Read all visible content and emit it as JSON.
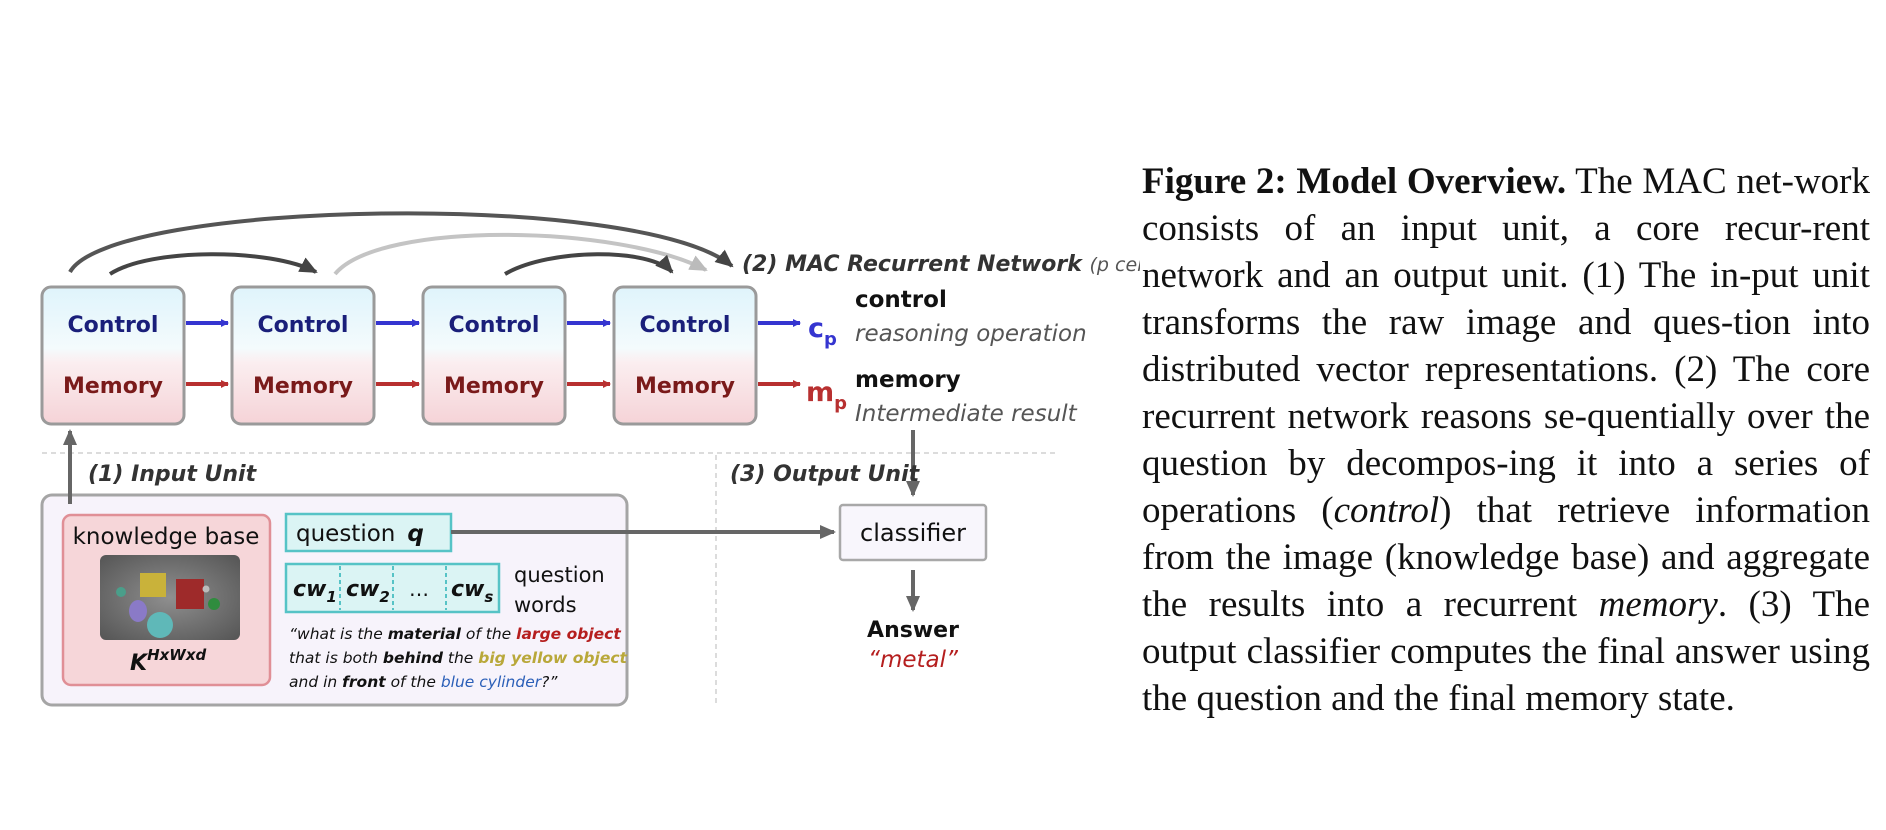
{
  "figure": {
    "mac_network_label": "(2) MAC Recurrent Network",
    "mac_cells_note": "(p cells)",
    "cells": [
      {
        "control": "Control",
        "memory": "Memory"
      },
      {
        "control": "Control",
        "memory": "Memory"
      },
      {
        "control": "Control",
        "memory": "Memory"
      },
      {
        "control": "Control",
        "memory": "Memory"
      }
    ],
    "outputs": {
      "c_symbol": "c",
      "c_sub": "p",
      "m_symbol": "m",
      "m_sub": "p",
      "control_title": "control",
      "control_desc": "reasoning operation",
      "memory_title": "memory",
      "memory_desc": "Intermediate result"
    },
    "input_unit_label": "(1) Input Unit",
    "output_unit_label": "(3) Output Unit",
    "knowledge_base_label": "knowledge base",
    "kb_symbol": "K",
    "kb_superscript": "HxWxd",
    "question_label": "question",
    "question_symbol": "q",
    "words": [
      {
        "base": "cw",
        "sub": "1"
      },
      {
        "base": "cw",
        "sub": "2"
      },
      {
        "base": "…",
        "sub": ""
      },
      {
        "base": "cw",
        "sub": "s"
      }
    ],
    "question_words_line1": "question",
    "question_words_line2": "words",
    "question_text": {
      "l1a": "“what is the ",
      "l1b": "material",
      "l1c": " of the ",
      "l1d": "large object",
      "l2a": "that is both ",
      "l2b": "behind",
      "l2c": " the ",
      "l2d": "big yellow object",
      "l3a": "and in ",
      "l3b": "front",
      "l3c": " of the ",
      "l3d": "blue cylinder",
      "l3e": "?”"
    },
    "classifier_label": "classifier",
    "answer_label": "Answer",
    "answer_value": "“metal”"
  },
  "caption": {
    "label": "Figure 2: Model Overview.",
    "p1": " The MAC net-work consists of an input unit, a core recur-rent network and an output unit. (1) The in-put unit transforms the raw image and ques-tion into distributed vector representations. (2) The core recurrent network reasons se-quentially over the question by decompos-ing it into a series of operations (",
    "control_word": "control",
    "p2": ") that retrieve information from the image (knowledge base) and aggregate the results into a recurrent ",
    "memory_word": "memory",
    "p3": ".  (3) The output classifier computes the final answer using the question and the final memory state."
  },
  "colors": {
    "control_text": "#1a1f7a",
    "memory_text": "#7a1a1a",
    "control_arrow": "#3535d0",
    "memory_arrow": "#b83030",
    "accent_red": "#b51e1e",
    "accent_yellow": "#b9a83a",
    "accent_blue": "#2b5fb8",
    "teal": "#56c3c6",
    "kb_fill": "#f6d6d9"
  }
}
